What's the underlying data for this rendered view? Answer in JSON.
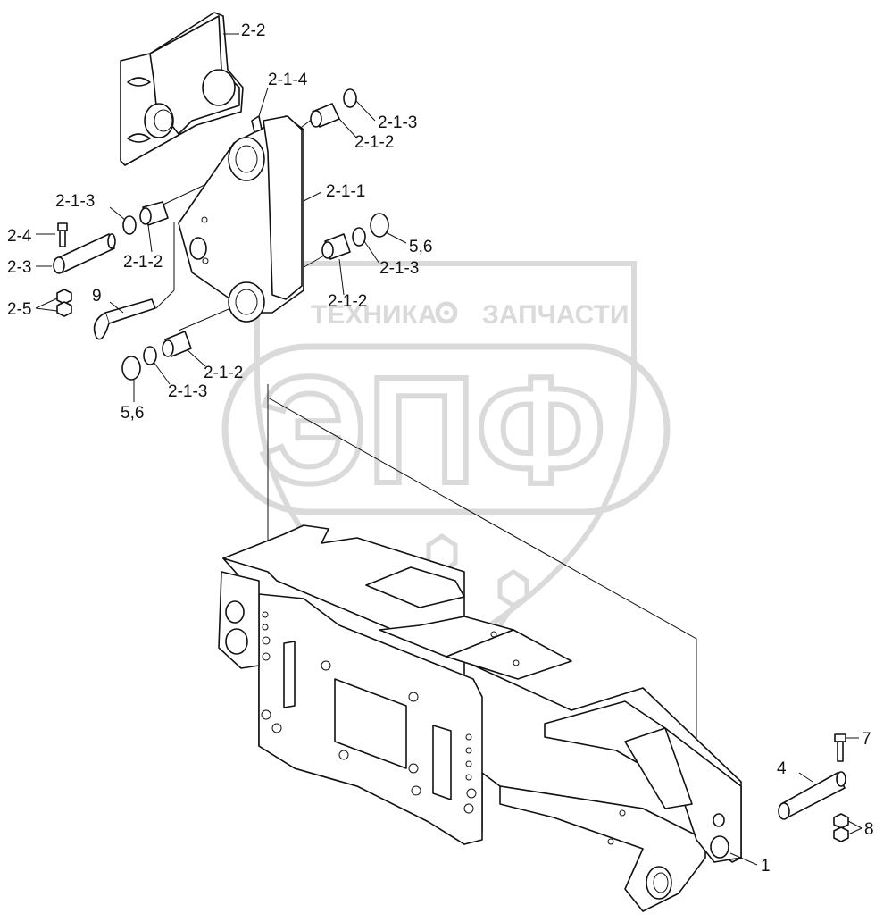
{
  "watermark": {
    "top_text_left": "ТЕХНИКА",
    "top_text_right": "ЗАПЧАСТИ",
    "big_text": "ЭПФ",
    "color": "#bdbdbd"
  },
  "labels": {
    "l_2_2": "2-2",
    "l_2_1_4": "2-1-4",
    "l_2_1_3_a": "2-1-3",
    "l_2_1_2_a": "2-1-2",
    "l_2_1_1": "2-1-1",
    "l_2_1_3_b": "2-1-3",
    "l_2_4": "2-4",
    "l_2_1_2_b": "2-1-2",
    "l_5_6_a": "5,6",
    "l_2_1_3_c": "2-1-3",
    "l_2_3": "2-3",
    "l_9": "9",
    "l_2_1_2_c": "2-1-2",
    "l_2_5": "2-5",
    "l_2_1_2_d": "2-1-2",
    "l_2_1_3_d": "2-1-3",
    "l_5_6_b": "5,6",
    "l_7": "7",
    "l_4": "4",
    "l_8": "8",
    "l_1": "1"
  }
}
